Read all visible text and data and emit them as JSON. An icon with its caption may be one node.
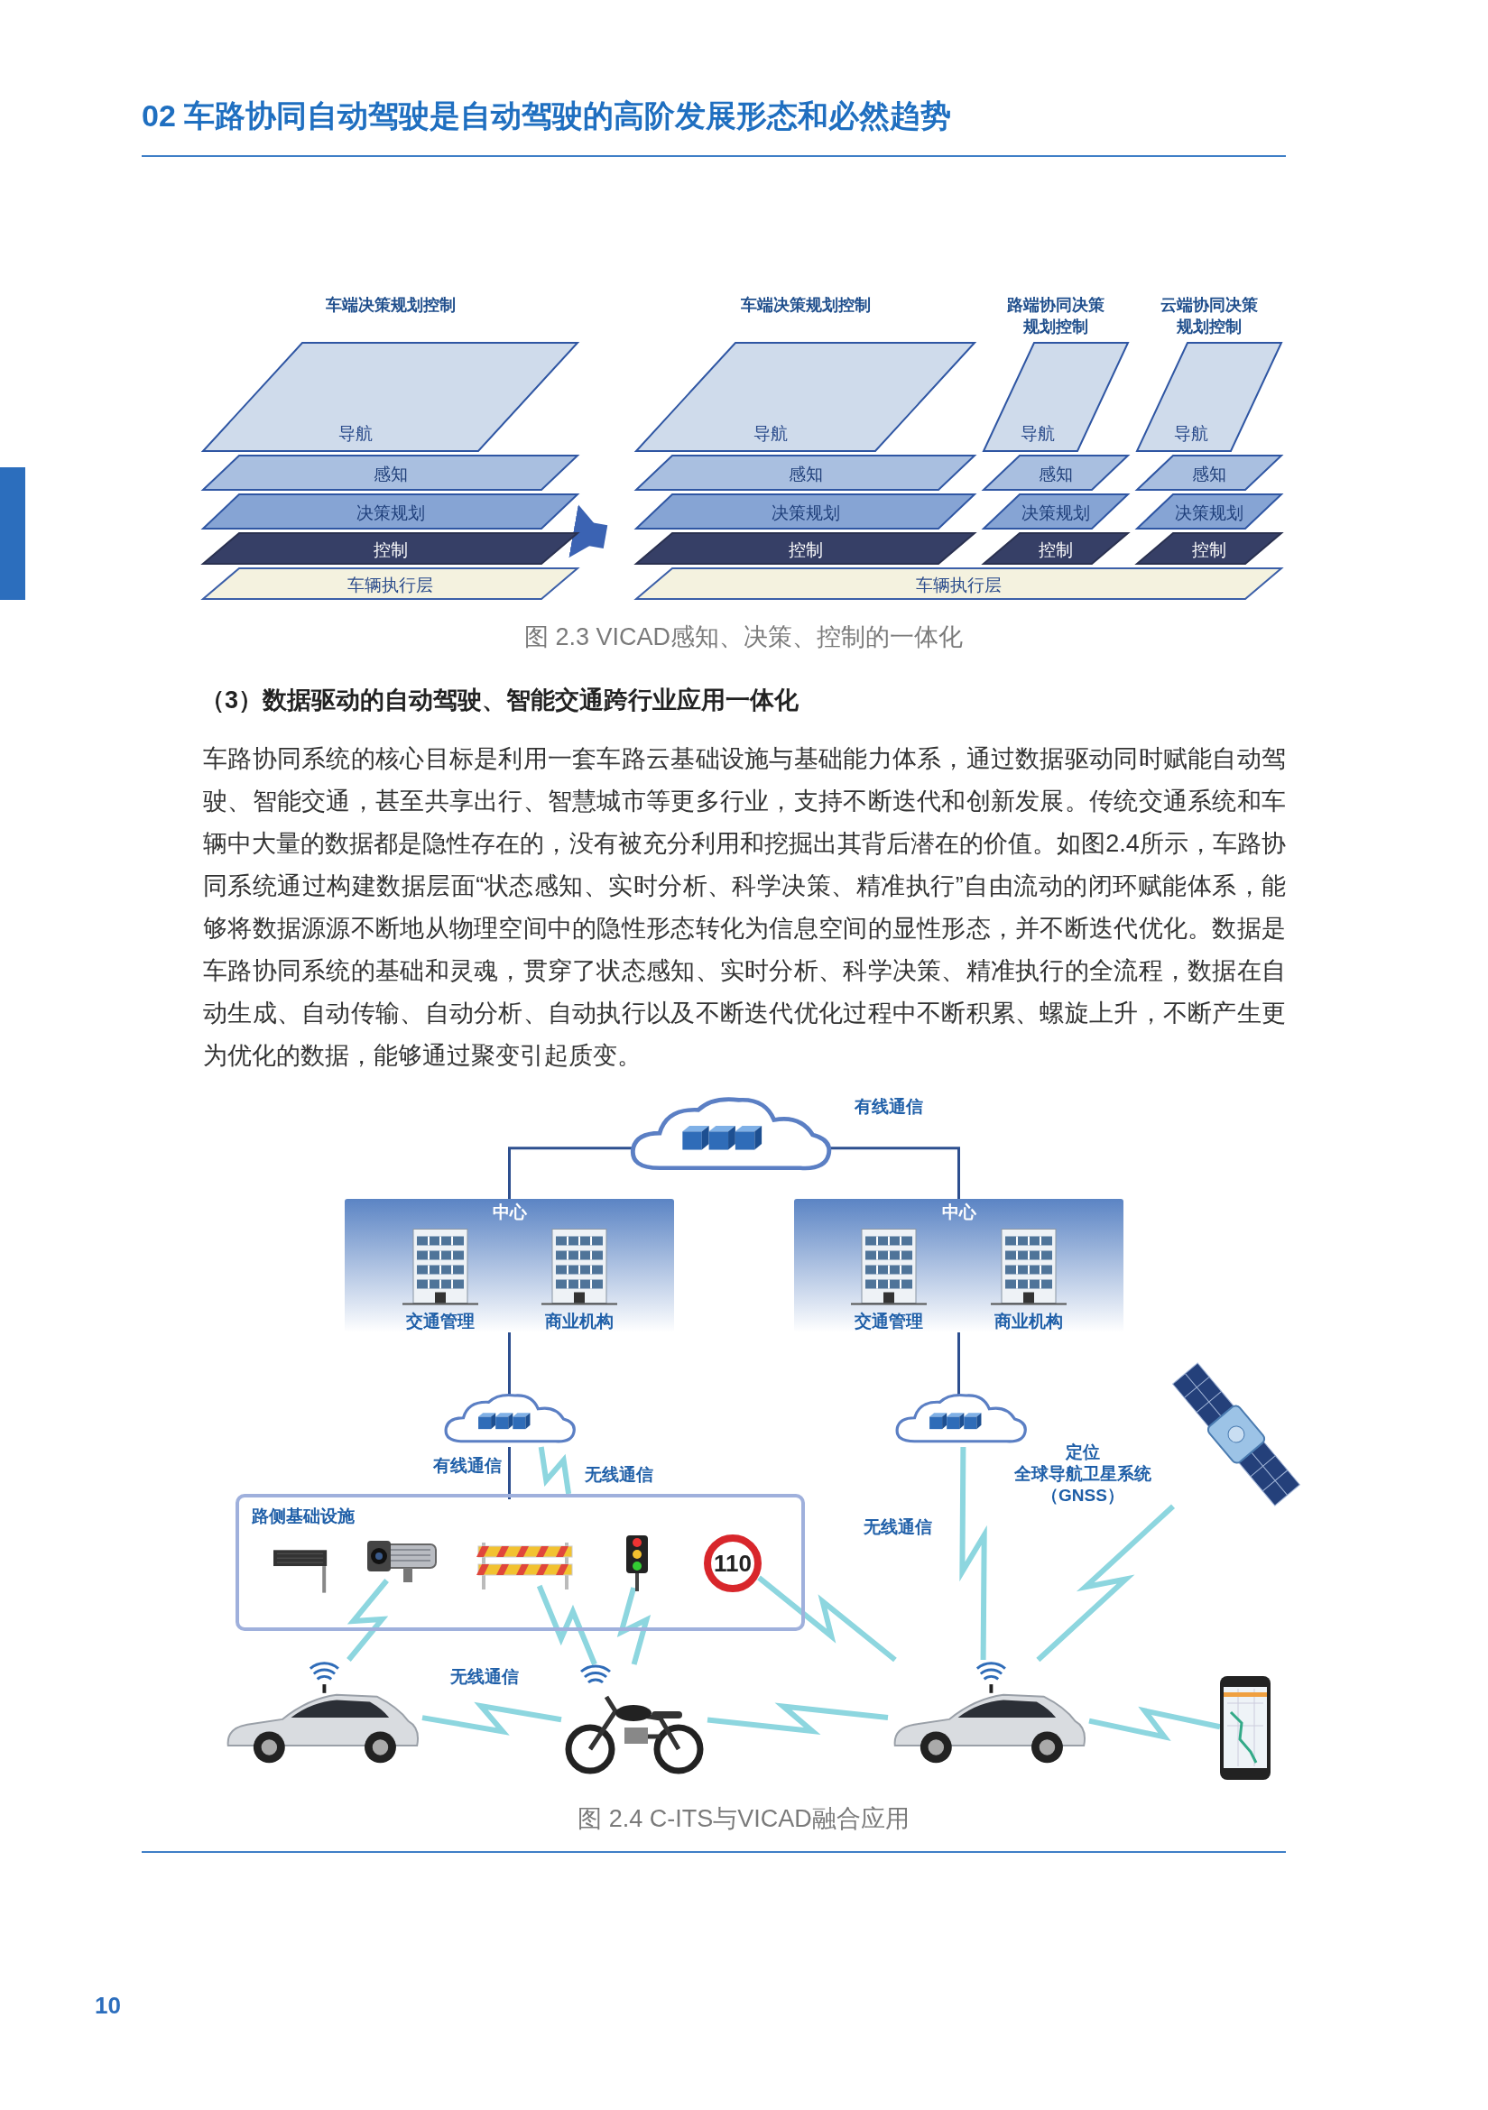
{
  "diagram": {
    "title": "02 车路协同自动驾驶是自动驾驶的高阶发展形态和必然趋势",
    "nodes": [
      {
        "text": [
          "车端决策规划控制"
        ]
      },
      {
        "text": [
          "导航"
        ],
        "in": 0
      },
      {
        "text": [
          "感知"
        ],
        "in": 0
      },
      {
        "text": [
          "决策规划"
        ],
        "in": 0
      },
      {
        "text": [
          "控制"
        ],
        "in": 0
      },
      {
        "text": [
          "车辆执行层"
        ],
        "in": 0
      },
      {
        "text": [
          "车端决策规划控制"
        ]
      },
      {
        "text": [
          "导航"
        ],
        "in": 6
      },
      {
        "text": [
          "感知"
        ],
        "in": 6
      },
      {
        "text": [
          "决策规划"
        ],
        "in": 6
      },
      {
        "text": [
          "控制"
        ],
        "in": 6
      },
      {
        "text": [
          "路端协同决策规划控制"
        ]
      },
      {
        "text": [
          "导航"
        ],
        "in": 11
      },
      {
        "text": [
          "感知"
        ],
        "in": 11
      },
      {
        "text": [
          "决策规划"
        ],
        "in": 11
      },
      {
        "text": [
          "控制"
        ],
        "in": 11
      },
      {
        "text": [
          "云端协同决策规划控制"
        ]
      },
      {
        "text": [
          "导航"
        ],
        "in": 16
      },
      {
        "text": [
          "感知"
        ],
        "in": 16
      },
      {
        "text": [
          "决策规划"
        ],
        "in": 16
      },
      {
        "text": [
          "控制"
        ],
        "in": 16
      },
      {
        "text": [
          "车辆执行层"
        ]
      },
      {
        "text": [],
        "shape": "cloud"
      },
      {
        "text": [
          "中心"
        ]
      },
      {
        "text": [
          "交通管理"
        ],
        "in": 23
      },
      {
        "text": [
          "商业机构"
        ],
        "in": 23
      },
      {
        "text": [
          "中心"
        ]
      },
      {
        "text": [
          "交通管理"
        ],
        "in": 26
      },
      {
        "text": [
          "商业机构"
        ],
        "in": 26
      },
      {
        "text": [],
        "shape": "cloud"
      },
      {
        "text": [],
        "shape": "cloud"
      },
      {
        "text": [
          "路侧基础设施"
        ]
      },
      {
        "text": [],
        "shape": "picture",
        "in": 31
      },
      {
        "text": [],
        "shape": "picture",
        "in": 31
      },
      {
        "text": [],
        "shape": "picture",
        "in": 31
      },
      {
        "text": [],
        "shape": "picture",
        "in": 31
      },
      {
        "text": [
          "110"
        ],
        "in": 31
      },
      {
        "text": [],
        "shape": "picture",
        "beside": [
          "定位",
          "全球导航卫星系统（GNSS）"
        ]
      },
      {
        "text": [],
        "shape": "picture"
      },
      {
        "text": [],
        "shape": "picture"
      },
      {
        "text": [],
        "shape": "picture"
      },
      {
        "text": [],
        "shape": "picture"
      }
    ],
    "edges": [
      {
        "from": 0,
        "to": 6,
        "arrow": "to",
        "style": "thick",
        "color": "#3b63b3"
      },
      {
        "from": 22,
        "to": 23,
        "arrow": "none",
        "color": "#2d4f8f"
      },
      {
        "from": 22,
        "to": 26,
        "arrow": "none",
        "label": "有线通信",
        "color": "#2d4f8f"
      },
      {
        "from": 23,
        "to": 29,
        "arrow": "none",
        "color": "#2d4f8f"
      },
      {
        "from": 26,
        "to": 30,
        "arrow": "none",
        "color": "#2d4f8f"
      },
      {
        "from": 29,
        "to": 31,
        "arrow": "none",
        "label": "有线通信",
        "color": "#2d4f8f"
      },
      {
        "from": 29,
        "to": 31,
        "arrow": "none",
        "label": "无线通信"
      },
      {
        "from": 33,
        "to": 38,
        "arrow": "none"
      },
      {
        "from": 34,
        "to": 39,
        "arrow": "none"
      },
      {
        "from": 35,
        "to": 39,
        "arrow": "none"
      },
      {
        "from": 36,
        "to": 40,
        "arrow": "none"
      },
      {
        "from": 38,
        "to": 39,
        "arrow": "none",
        "label": "无线通信"
      },
      {
        "from": 39,
        "to": 40,
        "arrow": "none"
      },
      {
        "from": 30,
        "to": 40,
        "arrow": "none",
        "label": "无线通信"
      },
      {
        "from": 37,
        "to": 40,
        "arrow": "none"
      },
      {
        "from": 40,
        "to": 41,
        "arrow": "none"
      }
    ],
    "labels": [
      "图 2.3 VICAD感知、决策、控制的一体化",
      "（3）数据驱动的自动驾驶、智能交通跨行业应用一体化",
      "车路协同系统的核心目标是利用一套车路云基础设施与基础能力体系，通过数据驱动同时赋能自动驾驶、智能交通，甚至共享出行、智慧城市等更多行业，支持不断迭代和创新发展。传统交通系统和车辆中大量的数据都是隐性存在的，没有被充分利用和挖掘出其背后潜在的价值。如图2.4所示，车路协同系统通过构建数据层面“状态感知、实时分析、科学决策、精准执行”自由流动的闭环赋能体系，能够将数据源源不断地从物理空间中的隐性形态转化为信息空间的显性形态，并不断迭代优化。数据是车路协同系统的基础和灵魂，贯穿了状态感知、实时分析、科学决策、精准执行的全流程，数据在自动生成、自动传输、自动分析、自动执行以及不断迭代优化过程中不断积累、螺旋上升，不断产生更为优化的数据，能够通过聚变引起质变。",
      "图 2.4 C-ITS与VICAD融合应用",
      "10"
    ]
  }
}
